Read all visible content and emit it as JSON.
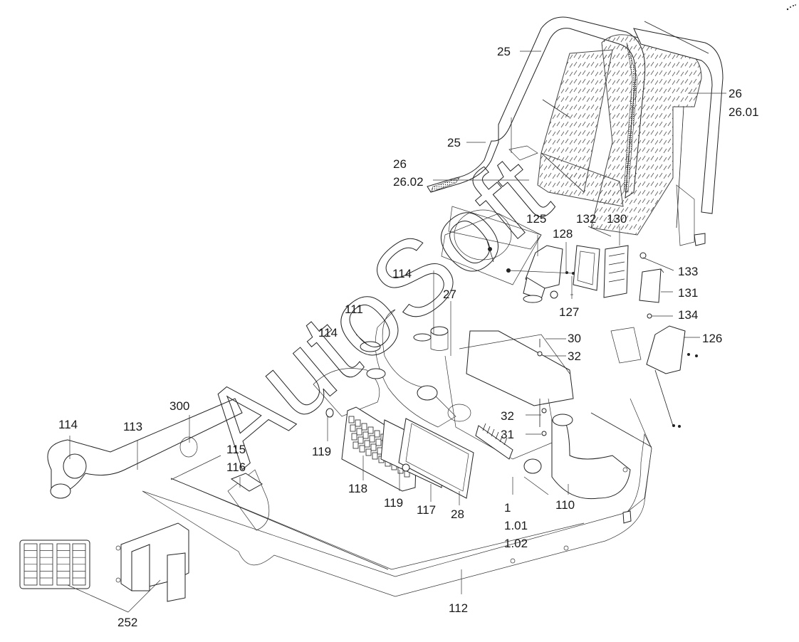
{
  "diagram": {
    "type": "exploded-parts-diagram",
    "subject": "Cab HVAC air duct assembly",
    "watermark": "AutoSoft",
    "part_callouts": [
      {
        "id": "c-25a",
        "label": "25"
      },
      {
        "id": "c-25b",
        "label": "25"
      },
      {
        "id": "c-26a",
        "label": "26",
        "sub": "26.01"
      },
      {
        "id": "c-26b",
        "label": "26",
        "sub": "26.02"
      },
      {
        "id": "c-125",
        "label": "125"
      },
      {
        "id": "c-128",
        "label": "128"
      },
      {
        "id": "c-132",
        "label": "132"
      },
      {
        "id": "c-130",
        "label": "130"
      },
      {
        "id": "c-133",
        "label": "133"
      },
      {
        "id": "c-131",
        "label": "131"
      },
      {
        "id": "c-127",
        "label": "127"
      },
      {
        "id": "c-134",
        "label": "134"
      },
      {
        "id": "c-126",
        "label": "126"
      },
      {
        "id": "c-114a",
        "label": "114"
      },
      {
        "id": "c-27",
        "label": "27"
      },
      {
        "id": "c-111",
        "label": "111"
      },
      {
        "id": "c-114b",
        "label": "114"
      },
      {
        "id": "c-30",
        "label": "30"
      },
      {
        "id": "c-32a",
        "label": "32"
      },
      {
        "id": "c-32b",
        "label": "32"
      },
      {
        "id": "c-31",
        "label": "31"
      },
      {
        "id": "c-114c",
        "label": "114"
      },
      {
        "id": "c-113",
        "label": "113"
      },
      {
        "id": "c-300",
        "label": "300"
      },
      {
        "id": "c-115",
        "label": "115"
      },
      {
        "id": "c-116",
        "label": "116"
      },
      {
        "id": "c-119a",
        "label": "119"
      },
      {
        "id": "c-118",
        "label": "118"
      },
      {
        "id": "c-119b",
        "label": "119"
      },
      {
        "id": "c-117",
        "label": "117"
      },
      {
        "id": "c-28",
        "label": "28"
      },
      {
        "id": "c-1",
        "label": "1",
        "sub": "1.01",
        "sub2": "1.02"
      },
      {
        "id": "c-110",
        "label": "110"
      },
      {
        "id": "c-112",
        "label": "112"
      },
      {
        "id": "c-252",
        "label": "252"
      }
    ]
  }
}
